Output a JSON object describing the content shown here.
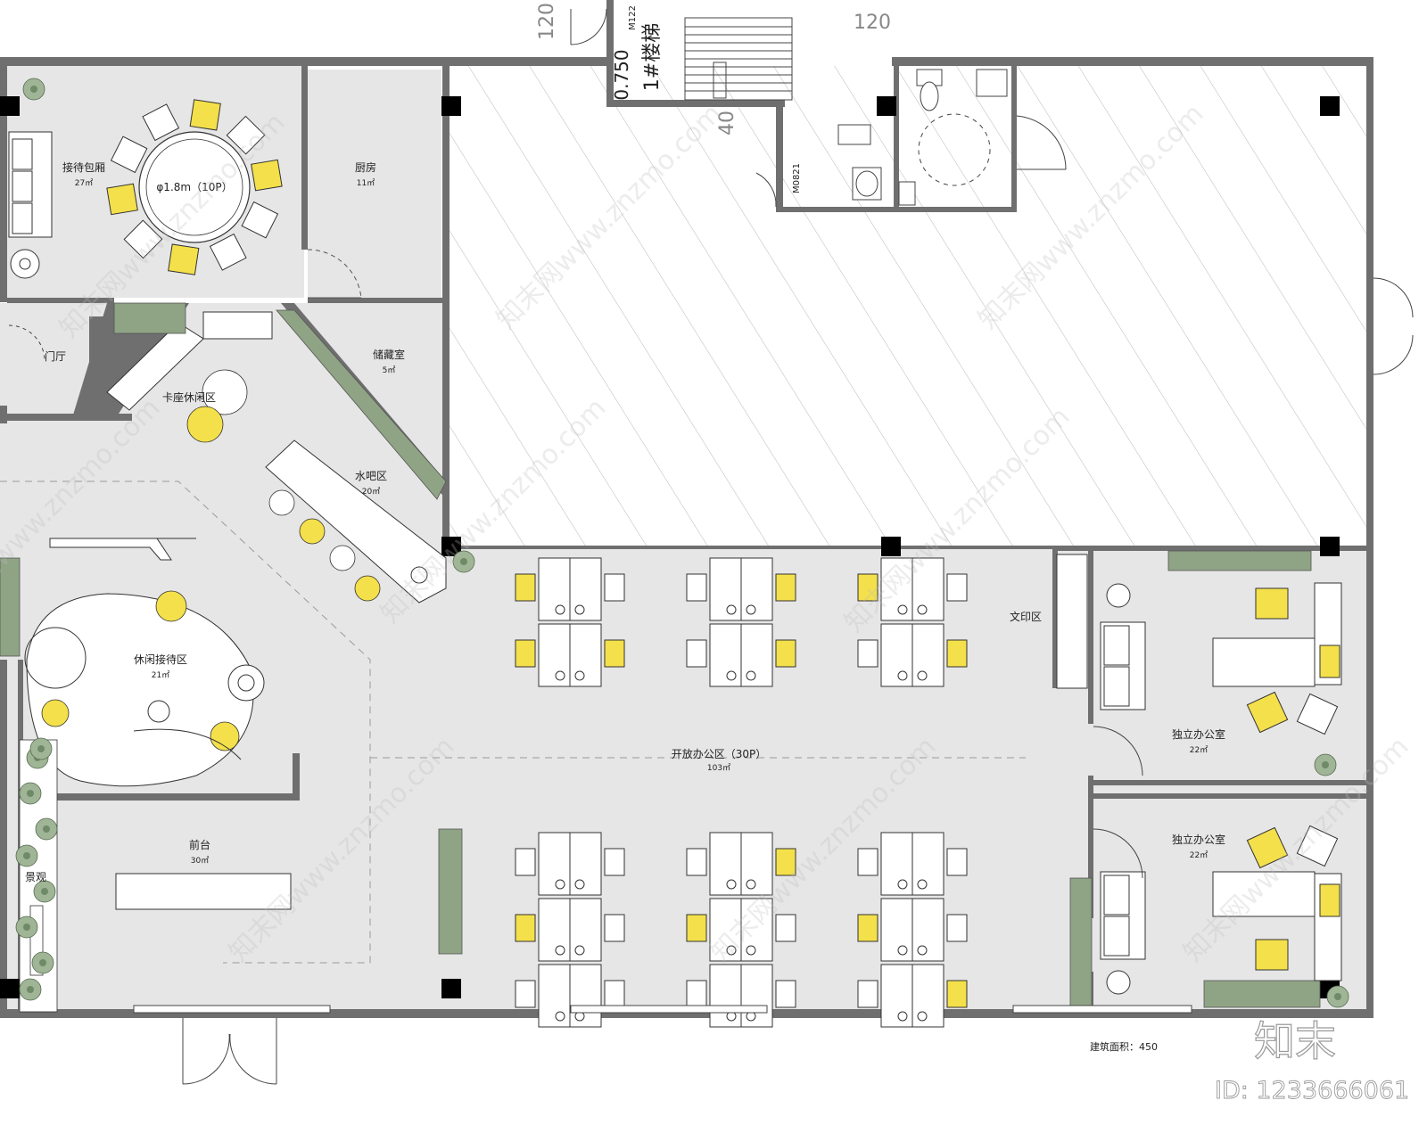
{
  "colors": {
    "wall": "#6f6f6f",
    "floor": "#e6e6e6",
    "yellow": "#f4e04a",
    "green": "#8fa385",
    "column": "#000000",
    "hatch": "#b9b9b9"
  },
  "icons": [
    "plant-icon",
    "chair-icon",
    "door-swing-icon",
    "column-icon"
  ],
  "rooms": {
    "reception_box": {
      "name": "接待包厢",
      "area": "27㎡"
    },
    "table_label": "φ1.8m（10P）",
    "kitchen": {
      "name": "厨房",
      "area": "11㎡"
    },
    "foyer": {
      "name": "门厅"
    },
    "storage": {
      "name": "储藏室",
      "area": "5㎡"
    },
    "booth": {
      "name": "卡座休闲区"
    },
    "bar": {
      "name": "水吧区",
      "area": "20㎡"
    },
    "lounge": {
      "name": "休闲接待区",
      "area": "21㎡"
    },
    "front_desk": {
      "name": "前台",
      "area": "30㎡"
    },
    "landscape": {
      "name": "景观"
    },
    "open_office": {
      "name": "开放办公区（30P）",
      "area": "103㎡"
    },
    "print_area": {
      "name": "文印区"
    },
    "office1": {
      "name": "独立办公室",
      "area": "22㎡"
    },
    "office2": {
      "name": "独立办公室",
      "area": "22㎡"
    }
  },
  "annotations": {
    "stair": "1#楼梯",
    "elevation": "0.750",
    "dim1": "120",
    "dim2": "120",
    "dim3": "40",
    "door_m122": "M122",
    "door_m0821": "M0821"
  },
  "footer": {
    "area_label": "建筑面积：450",
    "logo": "知末",
    "id": "ID: 1233666061"
  },
  "watermark": "知末网www.znzmo.com"
}
